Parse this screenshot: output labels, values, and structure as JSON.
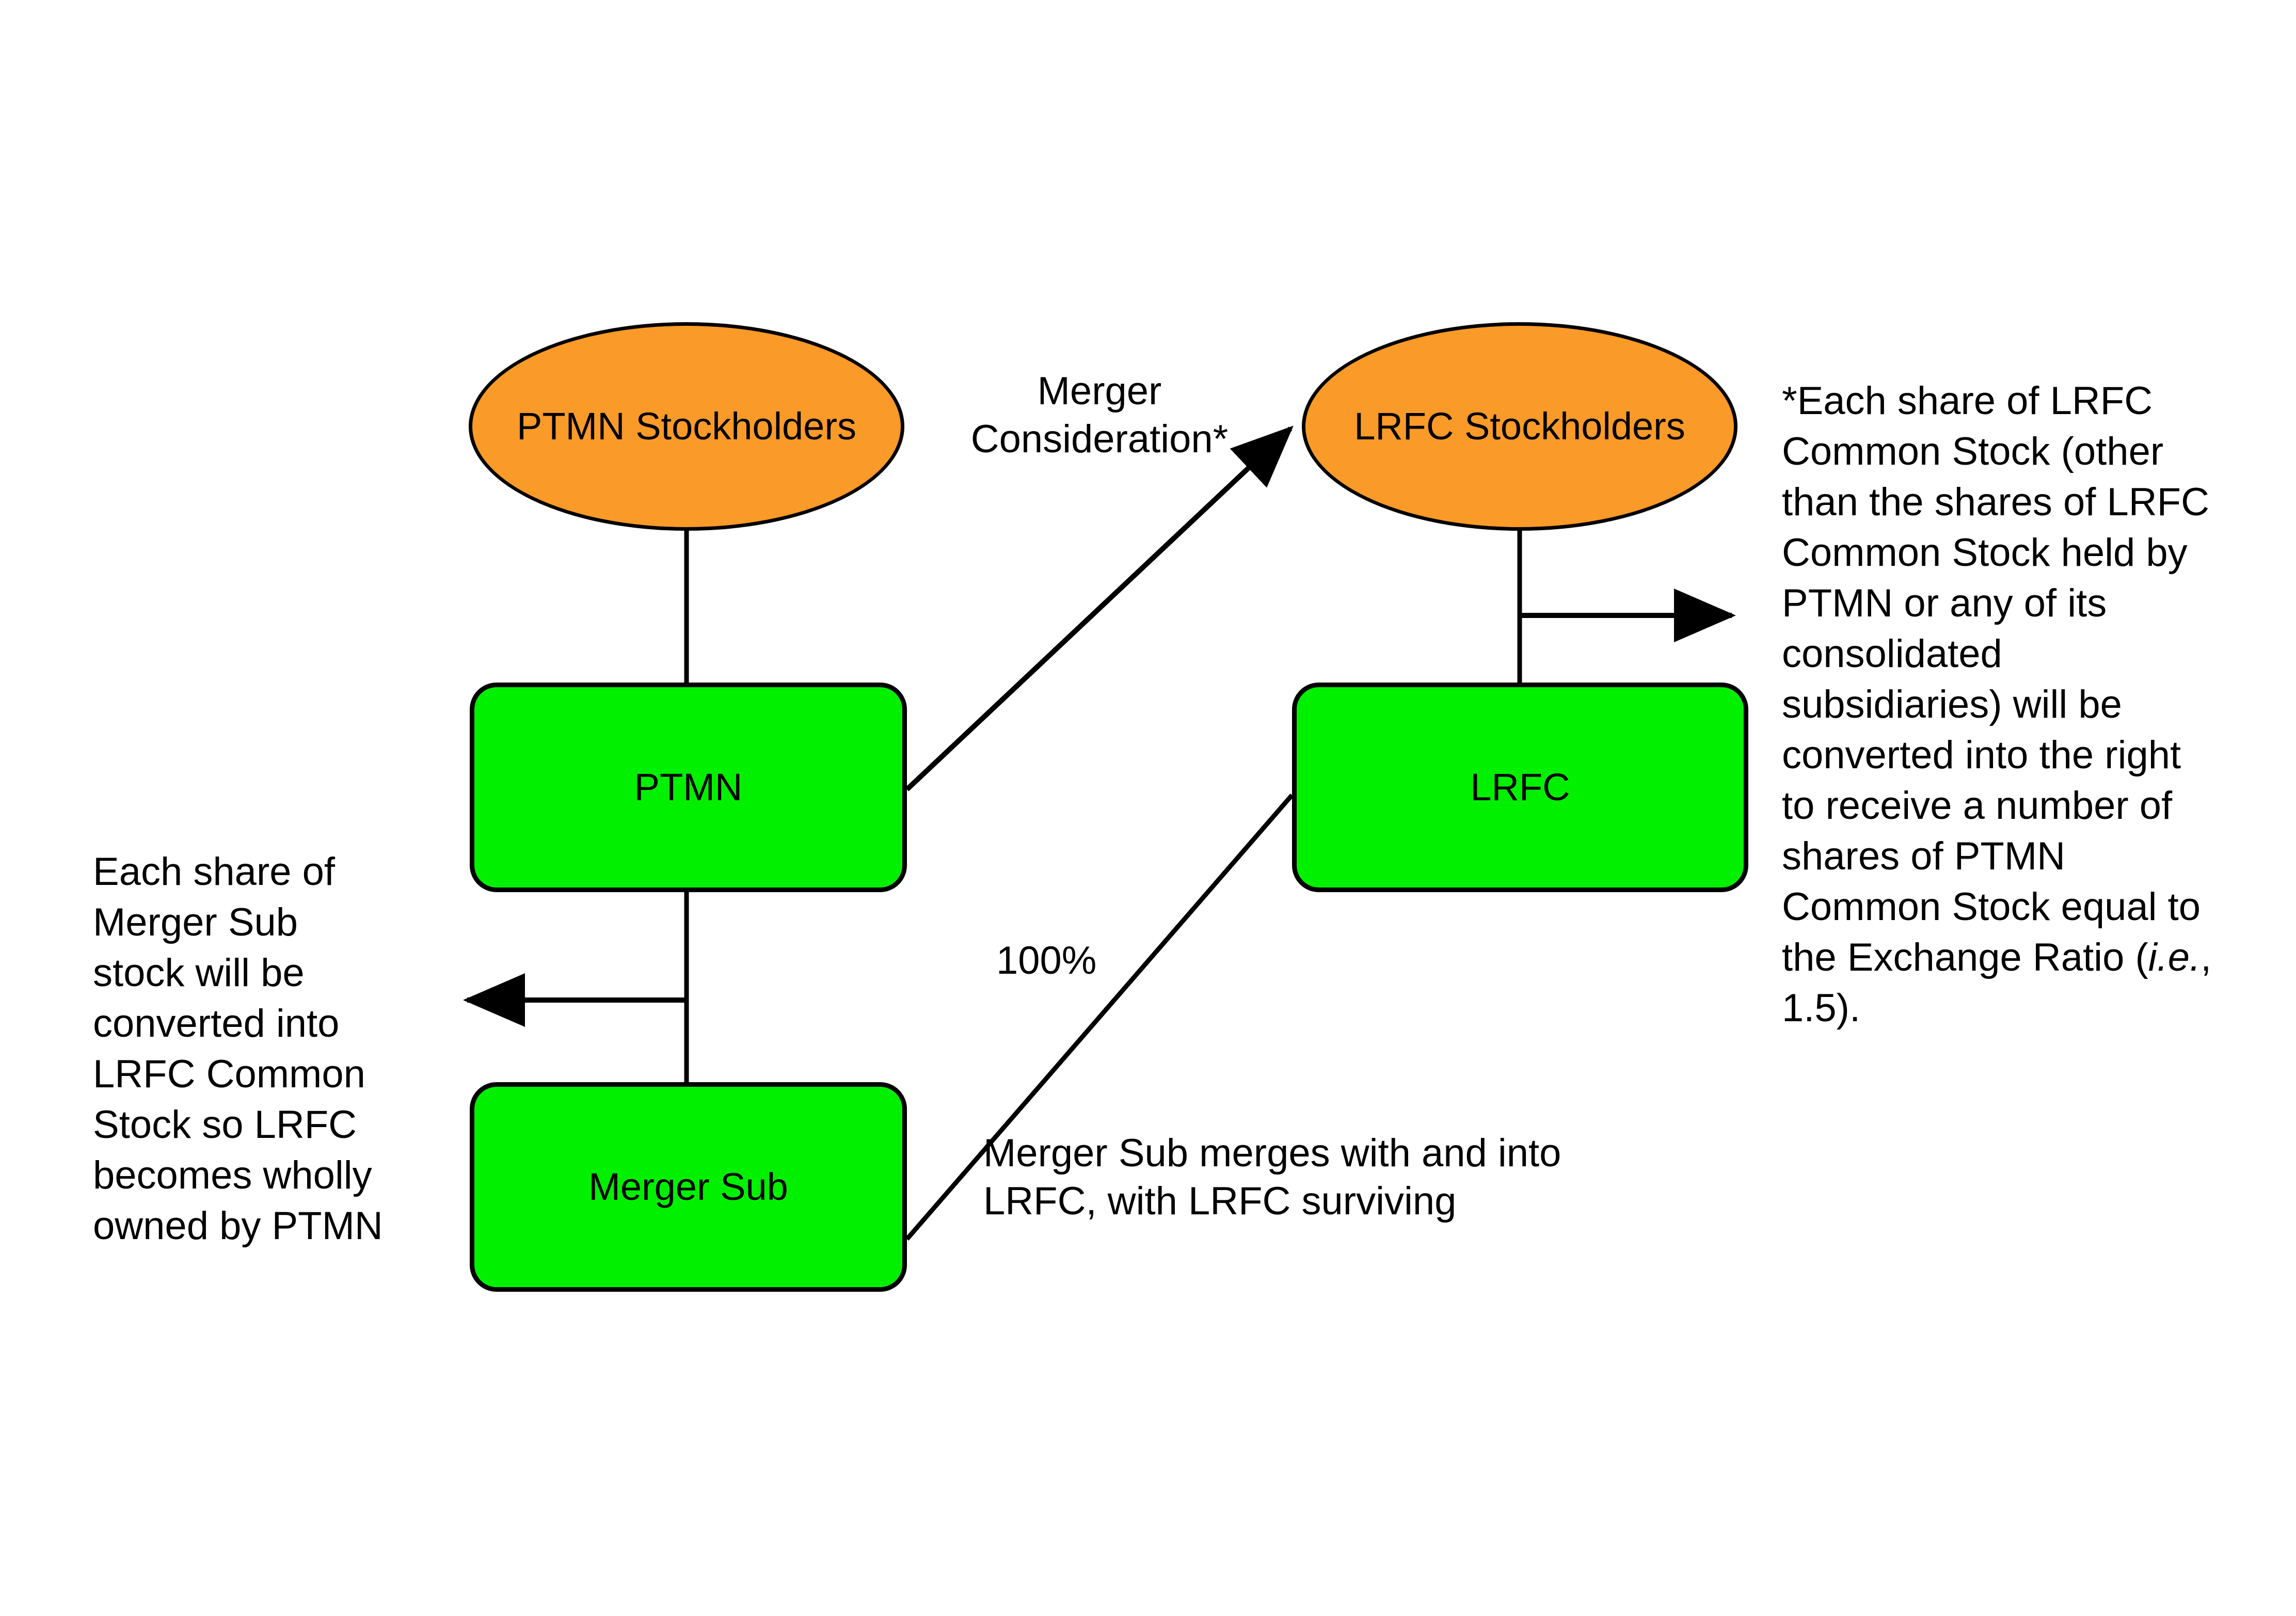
{
  "diagram": {
    "type": "merger-structure-diagram",
    "title": "PTMN / LRFC Merger Structure",
    "colors": {
      "stockholder_fill": "#FA9A28",
      "entity_fill": "#00F000",
      "stroke": "#000000",
      "background": "#FFFFFF",
      "text": "#000000"
    },
    "nodes": [
      {
        "id": "ptmn-stockholders",
        "label": "PTMN Stockholders",
        "shape": "ellipse",
        "fill": "#FA9A28"
      },
      {
        "id": "lrfc-stockholders",
        "label": "LRFC Stockholders",
        "shape": "ellipse",
        "fill": "#FA9A28"
      },
      {
        "id": "ptmn",
        "label": "PTMN",
        "shape": "rounded-rect",
        "fill": "#00F000"
      },
      {
        "id": "lrfc",
        "label": "LRFC",
        "shape": "rounded-rect",
        "fill": "#00F000"
      },
      {
        "id": "merger-sub",
        "label": "Merger Sub",
        "shape": "rounded-rect",
        "fill": "#00F000"
      }
    ],
    "edges": [
      {
        "id": "ptmn-sh-to-ptmn",
        "from": "ptmn-stockholders",
        "to": "ptmn",
        "style": "plain-line",
        "label": ""
      },
      {
        "id": "lrfc-sh-to-lrfc",
        "from": "lrfc-stockholders",
        "to": "lrfc",
        "style": "plain-line",
        "label": ""
      },
      {
        "id": "ptmn-to-merger-sub",
        "from": "ptmn",
        "to": "merger-sub",
        "style": "plain-line",
        "label": ""
      },
      {
        "id": "merger-consideration",
        "from": "ptmn",
        "to": "lrfc-stockholders",
        "style": "arrow",
        "label": "Merger\nConsideration*"
      },
      {
        "id": "merger-sub-into-lrfc",
        "from": "merger-sub",
        "to": "lrfc",
        "style": "plain-line",
        "label": "100%"
      },
      {
        "id": "lrfc-sh-note",
        "from": "lrfc-sh-to-lrfc",
        "to": "footnote",
        "style": "arrow",
        "label": ""
      },
      {
        "id": "merger-sub-note",
        "from": "ptmn-to-merger-sub",
        "to": "left-note",
        "style": "arrow",
        "label": ""
      }
    ],
    "labels": {
      "merger_consideration": "Merger\nConsideration*",
      "ownership_percent": "100%",
      "merger_sub_merges": "Merger Sub merges with and into\nLRFC, with LRFC surviving"
    },
    "notes": {
      "left_note": "Each share of\nMerger Sub\nstock will be\nconverted into\nLRFC Common\nStock so LRFC\nbecomes wholly\nowned by PTMN",
      "footnote_part1": "*Each share of LRFC Common Stock (other than the shares of LRFC Common Stock held by PTMN or any of its consolidated subsidiaries) will be converted into the right to receive a number of shares of PTMN Common Stock equal to the Exchange Ratio (",
      "footnote_italic": "i.e.",
      "footnote_part2": ", 1.5)."
    }
  }
}
